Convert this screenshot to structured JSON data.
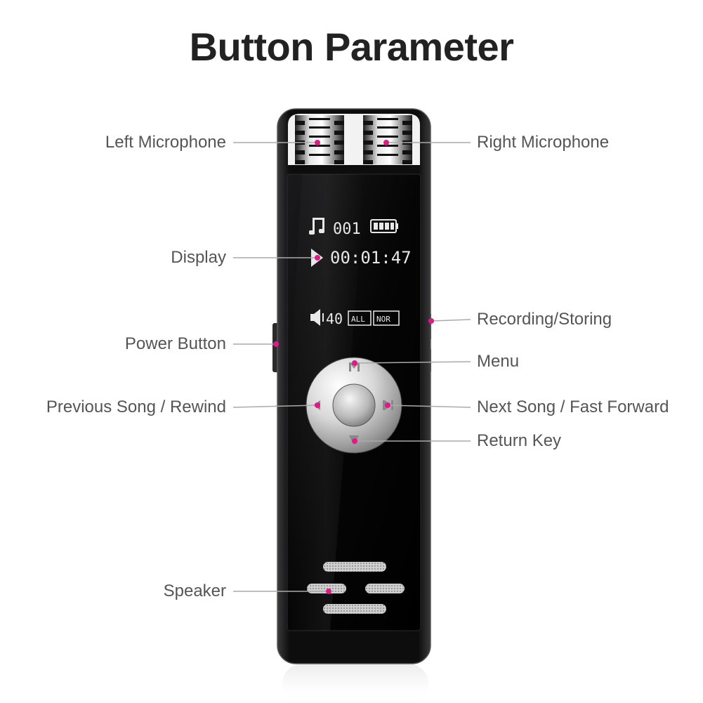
{
  "title": "Button Parameter",
  "colors": {
    "callout_line": "#aaaaaa",
    "callout_dot": "#e0198a",
    "device_body": "#0c0c0d",
    "label_text": "#555555"
  },
  "display": {
    "folder": "001",
    "time": "00:01:47",
    "volume": "40",
    "mode_all": "ALL",
    "mode_nor": "NOR"
  },
  "callouts_left": [
    {
      "id": "left-microphone",
      "label": "Left Microphone"
    },
    {
      "id": "display",
      "label": "Display"
    },
    {
      "id": "power-button",
      "label": "Power Button"
    },
    {
      "id": "previous-song-rewind",
      "label": "Previous Song / Rewind"
    },
    {
      "id": "speaker",
      "label": "Speaker"
    }
  ],
  "callouts_right": [
    {
      "id": "right-microphone",
      "label": "Right Microphone"
    },
    {
      "id": "recording-storing",
      "label": "Recording/Storing"
    },
    {
      "id": "menu",
      "label": "Menu"
    },
    {
      "id": "next-song-fast-forward",
      "label": "Next Song / Fast Forward"
    },
    {
      "id": "return-key",
      "label": "Return Key"
    }
  ]
}
